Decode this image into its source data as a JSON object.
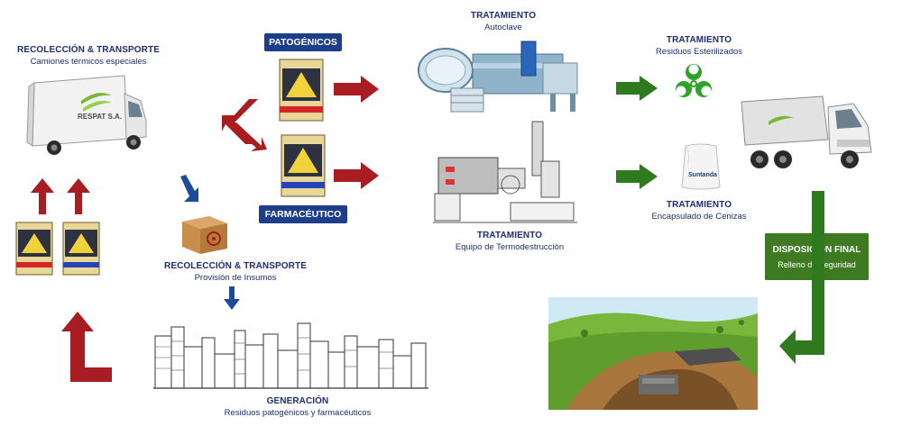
{
  "labels": {
    "collection_transport_trucks": {
      "title": "RECOLECCIÓN & TRANSPORTE",
      "subtitle": "Camiones térmicos especiales"
    },
    "truck_brand": "RESPAT S.A.",
    "pathogenic": "PATOGÉNICOS",
    "pharmaceutical": "FARMACÉUTICO",
    "treatment_autoclave": {
      "title": "TRATAMIENTO",
      "subtitle": "Autoclave"
    },
    "treatment_sterilized": {
      "title": "TRATAMIENTO",
      "subtitle": "Residuos Esterilizados"
    },
    "treatment_thermo": {
      "title": "TRATAMIENTO",
      "subtitle": "Equipo de Termodestrucción"
    },
    "treatment_ash": {
      "title": "TRATAMIENTO",
      "subtitle": "Encapsulado de Cenizas"
    },
    "bag_brand": "Suntanda",
    "final_disposal": {
      "title": "DISPOSICIÓN FINAL",
      "subtitle": "Relleno de Seguridad"
    },
    "collection_supplies": {
      "title": "RECOLECCIÓN & TRANSPORTE",
      "subtitle": "Provisión de Insumos"
    },
    "generation": {
      "title": "GENERACIÓN",
      "subtitle": "Residuos patogénicos y farmacéuticos"
    }
  },
  "colors": {
    "red_arrow": "#a81d22",
    "blue_arrow": "#1d4a9a",
    "green_arrow": "#2f7a1e",
    "navy_text": "#1d2e6e",
    "final_box": "#3d7a22"
  }
}
